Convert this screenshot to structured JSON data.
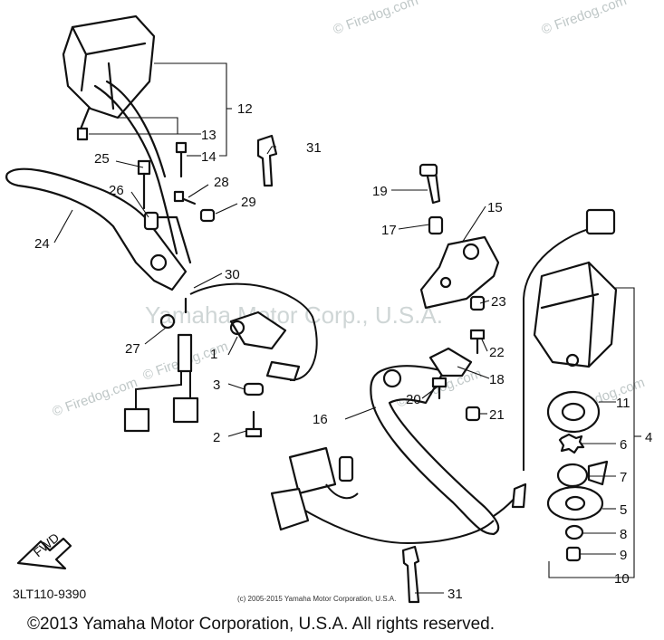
{
  "watermarks": {
    "site": "© Firedog.com",
    "dealer": "Yamaha Motor Corp., U.S.A."
  },
  "callouts": {
    "c1": "1",
    "c2": "2",
    "c3": "3",
    "c4": "4",
    "c5": "5",
    "c6": "6",
    "c7": "7",
    "c8": "8",
    "c9": "9",
    "c10": "10",
    "c11": "11",
    "c12": "12",
    "c13": "13",
    "c14": "14",
    "c15": "15",
    "c16": "16",
    "c17": "17",
    "c18": "18",
    "c19": "19",
    "c20": "20",
    "c21": "21",
    "c22": "22",
    "c23": "23",
    "c24": "24",
    "c25": "25",
    "c26": "26",
    "c27": "27",
    "c28": "28",
    "c29": "29",
    "c30": "30",
    "c31a": "31",
    "c31b": "31"
  },
  "fwd_label": "FWD",
  "diagram_code": "3LT110-9390",
  "copyright_small": "(c) 2005-2015 Yamaha Motor Corporation, U.S.A.",
  "copyright_footer": "©2013 Yamaha Motor Corporation, U.S.A. All rights reserved."
}
